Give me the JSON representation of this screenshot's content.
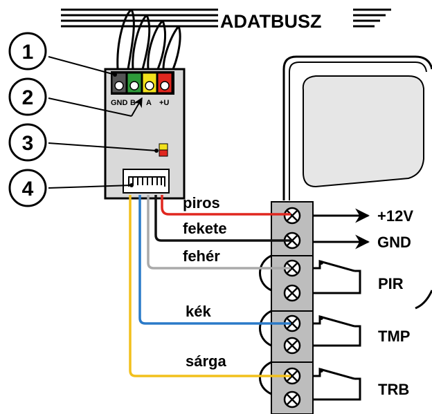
{
  "bus": {
    "label": "ADATBUSZ"
  },
  "module": {
    "terminals": [
      {
        "label": "GND",
        "color": "#555555"
      },
      {
        "label": "B",
        "color": "#2e9a3a"
      },
      {
        "label": "A",
        "color": "#f2e11c"
      },
      {
        "label": "+U",
        "color": "#e0271f"
      }
    ],
    "led_colors": [
      "#f2e11c",
      "#e0271f"
    ]
  },
  "callouts": [
    "1",
    "2",
    "3",
    "4"
  ],
  "wires": [
    {
      "label": "piros",
      "color": "#e0271f"
    },
    {
      "label": "fekete",
      "color": "#111111"
    },
    {
      "label": "fehér",
      "color": "#aaaaaa"
    },
    {
      "label": "kék",
      "color": "#2a7ac8"
    },
    {
      "label": "sárga",
      "color": "#f2c01c"
    }
  ],
  "outputs": [
    "+12V",
    "GND"
  ],
  "contacts": [
    "PIR",
    "TMP",
    "TRB"
  ]
}
